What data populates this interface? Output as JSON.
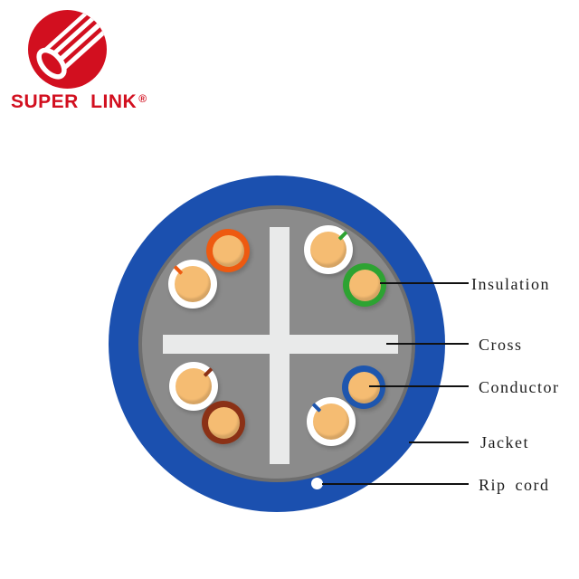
{
  "brand": {
    "name": "SUPER LINK",
    "registered_mark": "®",
    "logo_color": "#d20f1f"
  },
  "colors": {
    "jacket": "#1b50af",
    "shield": "#8b8b8b",
    "shield_border": "#6e6e6e",
    "cross": "#e9eaea",
    "conductor_core": "#f5bc72",
    "rip_cord": "#ffffff",
    "leader_line": "#111111",
    "label_text": "#1c1c1c"
  },
  "diagram": {
    "pairs": [
      {
        "id": "orange",
        "ring": "#ee5a10"
      },
      {
        "id": "white-orange",
        "ring": "#ffffff",
        "tick": "#ee5a10"
      },
      {
        "id": "white-green",
        "ring": "#ffffff",
        "tick": "#2da332"
      },
      {
        "id": "green",
        "ring": "#2da332"
      },
      {
        "id": "white-brown",
        "ring": "#ffffff",
        "tick": "#8b3116"
      },
      {
        "id": "brown",
        "ring": "#8b3116"
      },
      {
        "id": "blue",
        "ring": "#1e56ae"
      },
      {
        "id": "white-blue",
        "ring": "#ffffff",
        "tick": "#1e56ae"
      }
    ]
  },
  "callouts": [
    {
      "label": "Insulation"
    },
    {
      "label": "Cross"
    },
    {
      "label": "Conductor"
    },
    {
      "label": "Jacket"
    },
    {
      "label": "Rip cord"
    }
  ]
}
